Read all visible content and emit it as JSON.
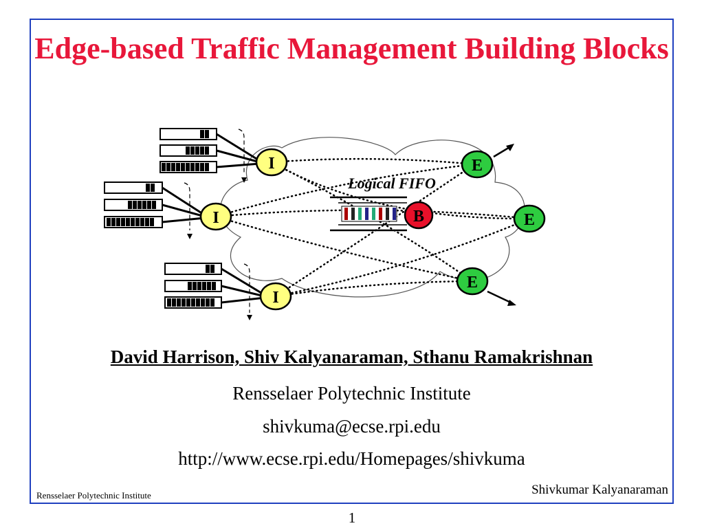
{
  "slide": {
    "title": "Edge-based Traffic Management Building Blocks",
    "authors": "David Harrison, Shiv Kalyanaraman, Sthanu Ramakrishnan",
    "institution": "Rensselaer Polytechnic Institute",
    "email": "shivkuma@ecse.rpi.edu",
    "url": "http://www.ecse.rpi.edu/Homepages/shivkuma",
    "footer_left": "Rensselaer Polytechnic Institute",
    "footer_right": "Shivkumar Kalyanaraman",
    "page_number": "1"
  },
  "diagram": {
    "fifo_label": "Logical FIFO",
    "ingress_label": "I",
    "egress_label": "E",
    "core_label": "B",
    "colors": {
      "title": "#e8173a",
      "frame": "#1f3fbf",
      "ingress_fill": "#ffff80",
      "egress_fill": "#2ecc40",
      "core_fill": "#e8102a"
    }
  }
}
